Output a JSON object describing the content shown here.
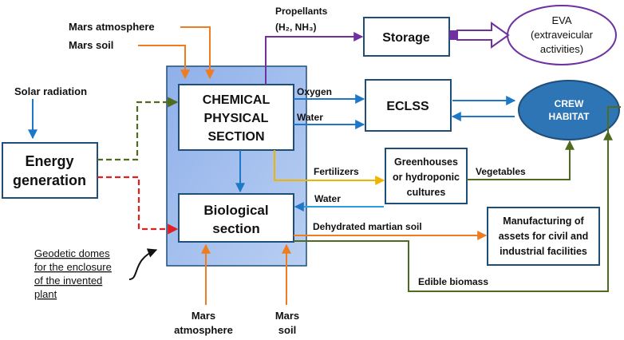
{
  "inputs": {
    "mars_atmosphere_top": "Mars atmosphere",
    "mars_soil_top": "Mars soil",
    "solar_radiation": "Solar radiation",
    "mars_atmosphere_bottom_1": "Mars",
    "mars_atmosphere_bottom_2": "atmosphere",
    "mars_soil_bottom_1": "Mars",
    "mars_soil_bottom_2": "soil"
  },
  "nodes": {
    "energy_1": "Energy",
    "energy_2": "generation",
    "chemical_1": "CHEMICAL",
    "chemical_2": "PHYSICAL",
    "chemical_3": "SECTION",
    "biological_1": "Biological",
    "biological_2": "section",
    "storage": "Storage",
    "eva_1": "EVA",
    "eva_2": "(extraveicular",
    "eva_3": "activities)",
    "eclss": "ECLSS",
    "crew_1": "CREW",
    "crew_2": "HABITAT",
    "greenhouse_1": "Greenhouses",
    "greenhouse_2": "or hydroponic",
    "greenhouse_3": "cultures",
    "manufacturing_1": "Manufacturing of",
    "manufacturing_2": "assets for civil and",
    "manufacturing_3": "industrial facilities"
  },
  "flows": {
    "propellants": "Propellants",
    "propellants_formula": "(H₂, NH₃)",
    "oxygen": "Oxygen",
    "water_top": "Water",
    "fertilizers": "Fertilizers",
    "water_bottom": "Water",
    "vegetables": "Vegetables",
    "dehydrated_soil": "Dehydrated martian soil",
    "edible_biomass": "Edible biomass"
  },
  "annotation": {
    "line_1": "Geodetic domes",
    "line_2": "for the enclosure",
    "line_3": "of the invented",
    "line_4": "plant"
  },
  "colors": {
    "orange": "#f07c22",
    "blue": "#1e78c8",
    "purple": "#7030a0",
    "green": "#4e6b1e",
    "red": "#e02020",
    "yellow": "#f0b400",
    "box_border": "#1f4e79",
    "enclosure_fill": "#95b3e8",
    "habitat_fill": "#2e75b6"
  }
}
